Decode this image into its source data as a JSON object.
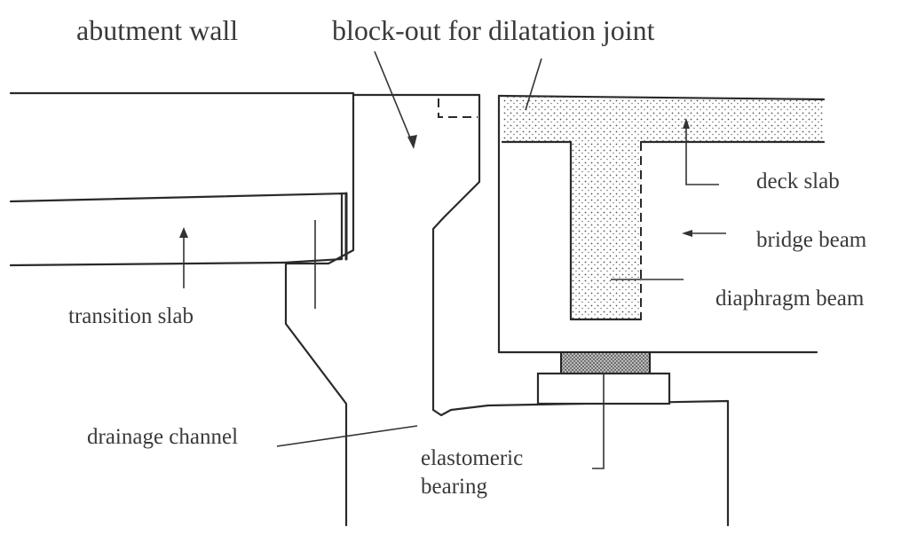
{
  "labels": {
    "abutment_wall": "abutment wall",
    "block_out": "block-out for dilatation joint",
    "deck_slab": "deck slab",
    "bridge_beam": "bridge beam",
    "diaphragm_beam": "diaphragm beam",
    "transition_slab": "transition slab",
    "drainage_channel": "drainage channel",
    "elastomeric_line1": "elastomeric",
    "elastomeric_line2": "bearing"
  }
}
